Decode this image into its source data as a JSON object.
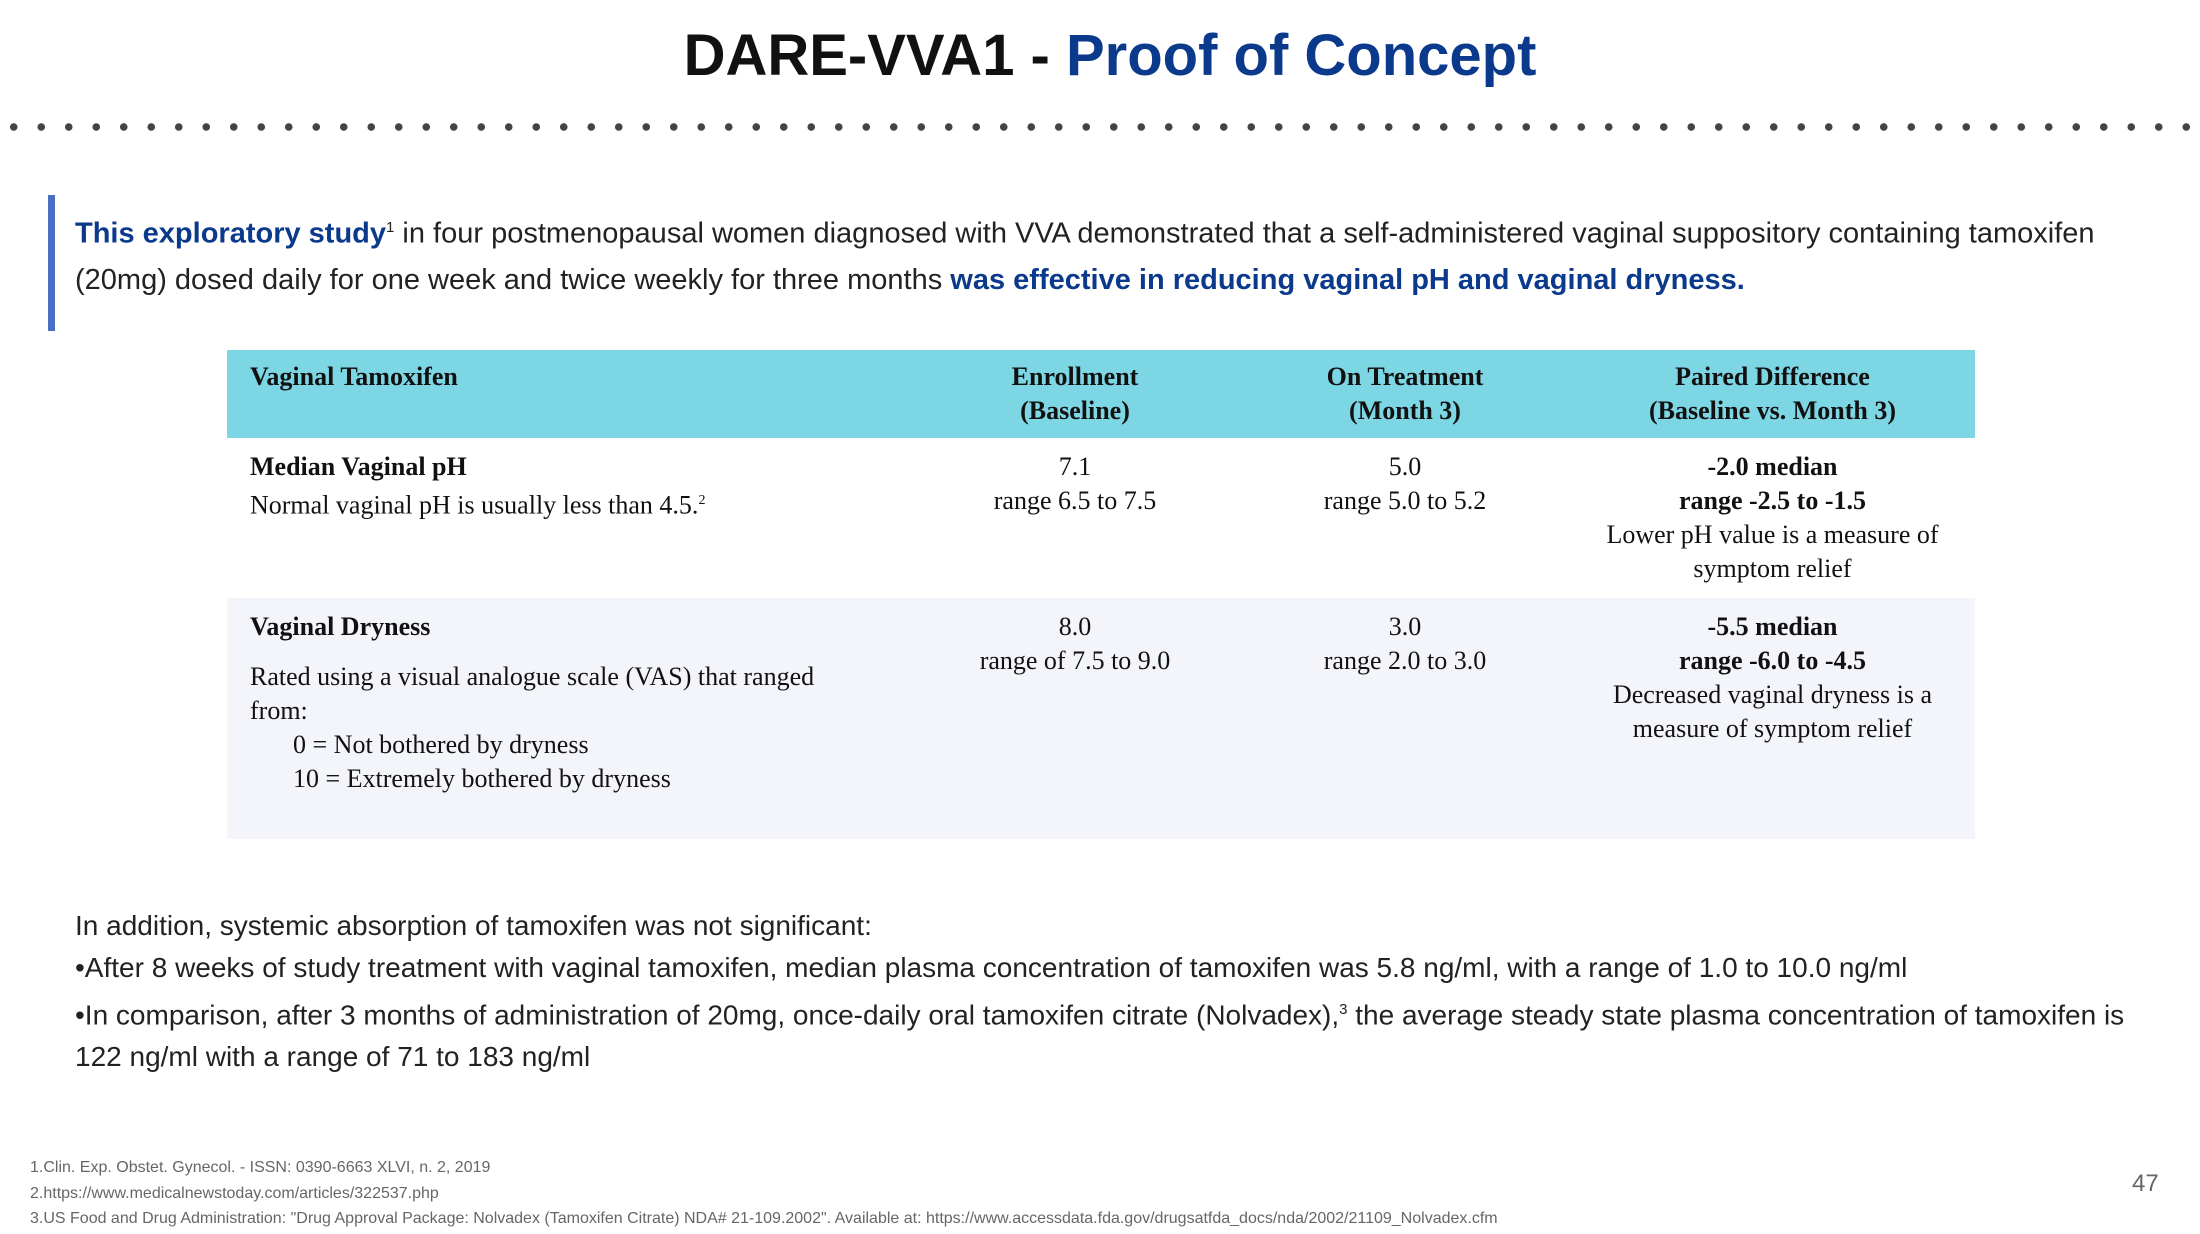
{
  "title": {
    "prefix": "DARE-VVA1 - ",
    "accent": "Proof of Concept"
  },
  "intro": {
    "lead": "This exploratory study",
    "lead_sup": "1",
    "middle": " in four postmenopausal women diagnosed with VVA demonstrated that a self-administered vaginal suppository containing tamoxifen (20mg) dosed daily for one week and twice weekly for three months ",
    "conclusion": "was effective in reducing vaginal pH and vaginal dryness."
  },
  "table": {
    "headers": [
      {
        "line1": "Vaginal Tamoxifen",
        "line2": ""
      },
      {
        "line1": "Enrollment",
        "line2": "(Baseline)"
      },
      {
        "line1": "On Treatment",
        "line2": "(Month 3)"
      },
      {
        "line1": "Paired Difference",
        "line2": "(Baseline vs. Month 3)"
      }
    ],
    "rows": [
      {
        "name": "Median Vaginal pH",
        "desc": "Normal vaginal pH is usually less than 4.5.",
        "desc_sup": "2",
        "baseline": "7.1",
        "baseline_range": "range 6.5 to 7.5",
        "month3": "5.0",
        "month3_range": "range 5.0 to 5.2",
        "diff": "-2.0 median",
        "diff_range": "range -2.5 to -1.5",
        "diff_note": "Lower pH value is a measure of symptom relief"
      },
      {
        "name": "Vaginal Dryness",
        "desc": "Rated using a visual analogue scale (VAS) that ranged from:",
        "scale0": "0 = Not bothered by dryness",
        "scale10": "10 = Extremely bothered by dryness",
        "baseline": "8.0",
        "baseline_range": "range of 7.5 to 9.0",
        "month3": "3.0",
        "month3_range": "range 2.0 to 3.0",
        "diff": "-5.5 median",
        "diff_range": "range -6.0 to -4.5",
        "diff_note": "Decreased vaginal dryness is a measure of symptom relief"
      }
    ]
  },
  "bottom": {
    "line1": "In addition, systemic absorption of tamoxifen was not significant:",
    "bullet1": "•After 8 weeks of study treatment with vaginal tamoxifen, median plasma concentration of tamoxifen was 5.8 ng/ml, with a range of 1.0 to 10.0 ng/ml",
    "bullet2a": "•In comparison, after 3 months of administration of 20mg, once-daily oral tamoxifen citrate (Nolvadex),",
    "bullet2_sup": "3",
    "bullet2b": " the average steady state plasma concentration of tamoxifen is 122 ng/ml with a range of 71 to 183 ng/ml"
  },
  "footnotes": [
    "1.Clin. Exp. Obstet. Gynecol. - ISSN: 0390-6663 XLVI, n. 2, 2019",
    "2.https://www.medicalnewstoday.com/articles/322537.php",
    "3.US Food and Drug Administration: \"Drug Approval Package: Nolvadex (Tamoxifen Citrate) NDA# 21-109.2002\". Available at:  https://www.accessdata.fda.gov/drugsatfda_docs/nda/2002/21109_Nolvadex.cfm"
  ],
  "page_number": "47"
}
